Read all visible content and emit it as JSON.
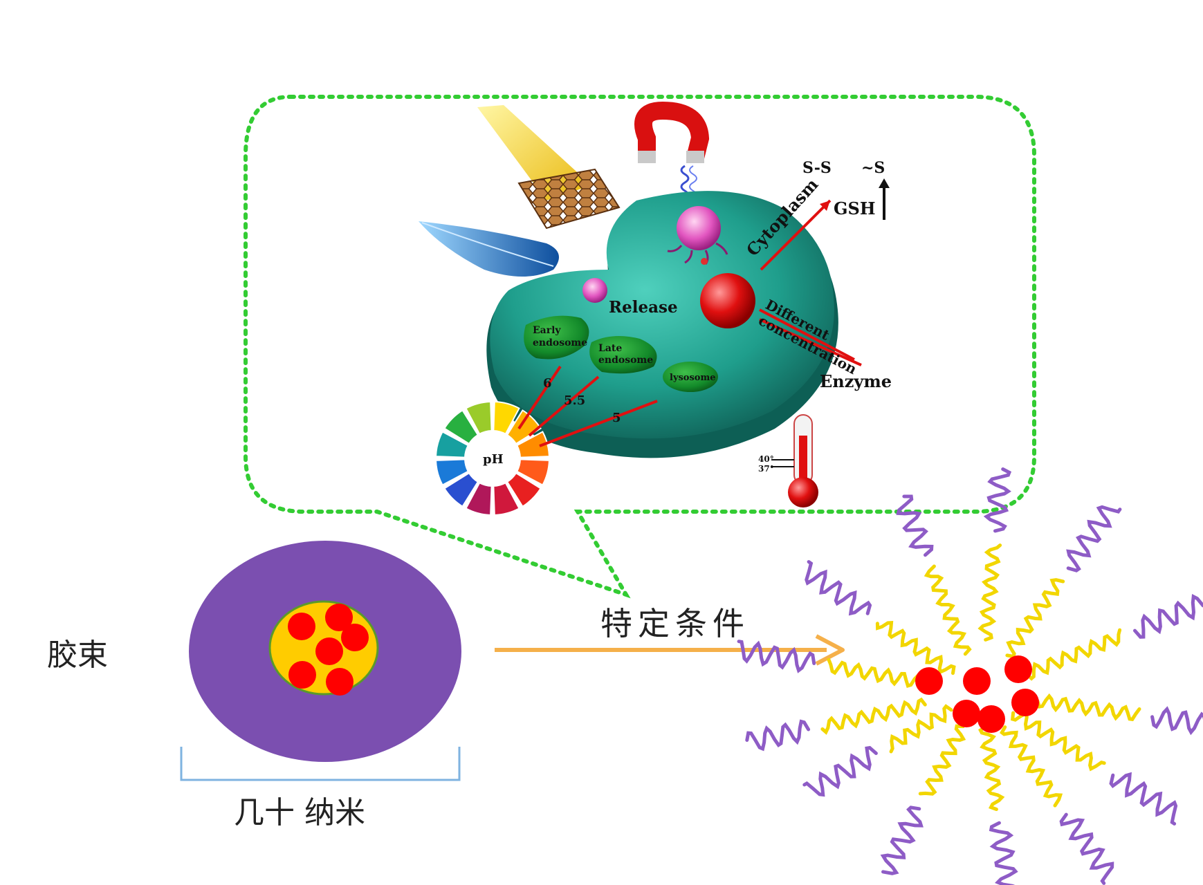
{
  "labels": {
    "micelle": "胶束",
    "size": "几十 纳米",
    "condition": "特定条件"
  },
  "cell": {
    "release": "Release",
    "cytoplasm": "Cytoplasm",
    "different": "Different",
    "concentration": "concentration",
    "enzyme": "Enzyme",
    "gsh": "GSH",
    "ss_left": "S-S",
    "ss_right": "~S",
    "early": "Early",
    "early2": "endosome",
    "late": "Late",
    "late2": "endosome",
    "lysosome": "lysosome",
    "ph": "pH",
    "ph_6": "6",
    "ph_55": "5.5",
    "ph_5": "5",
    "temp_a": "40°",
    "temp_b": "37°"
  },
  "colors": {
    "micelle_shell": "#7b4fb0",
    "micelle_core": "#ffcc00",
    "drug": "#ff0000",
    "arrow": "#f5b04a",
    "callout": "#33cc33",
    "cell": "#1f9e8c",
    "scale_bar": "#7fb3e0",
    "polymer_outer": "#8e5cc6",
    "polymer_inner": "#f2d600"
  }
}
